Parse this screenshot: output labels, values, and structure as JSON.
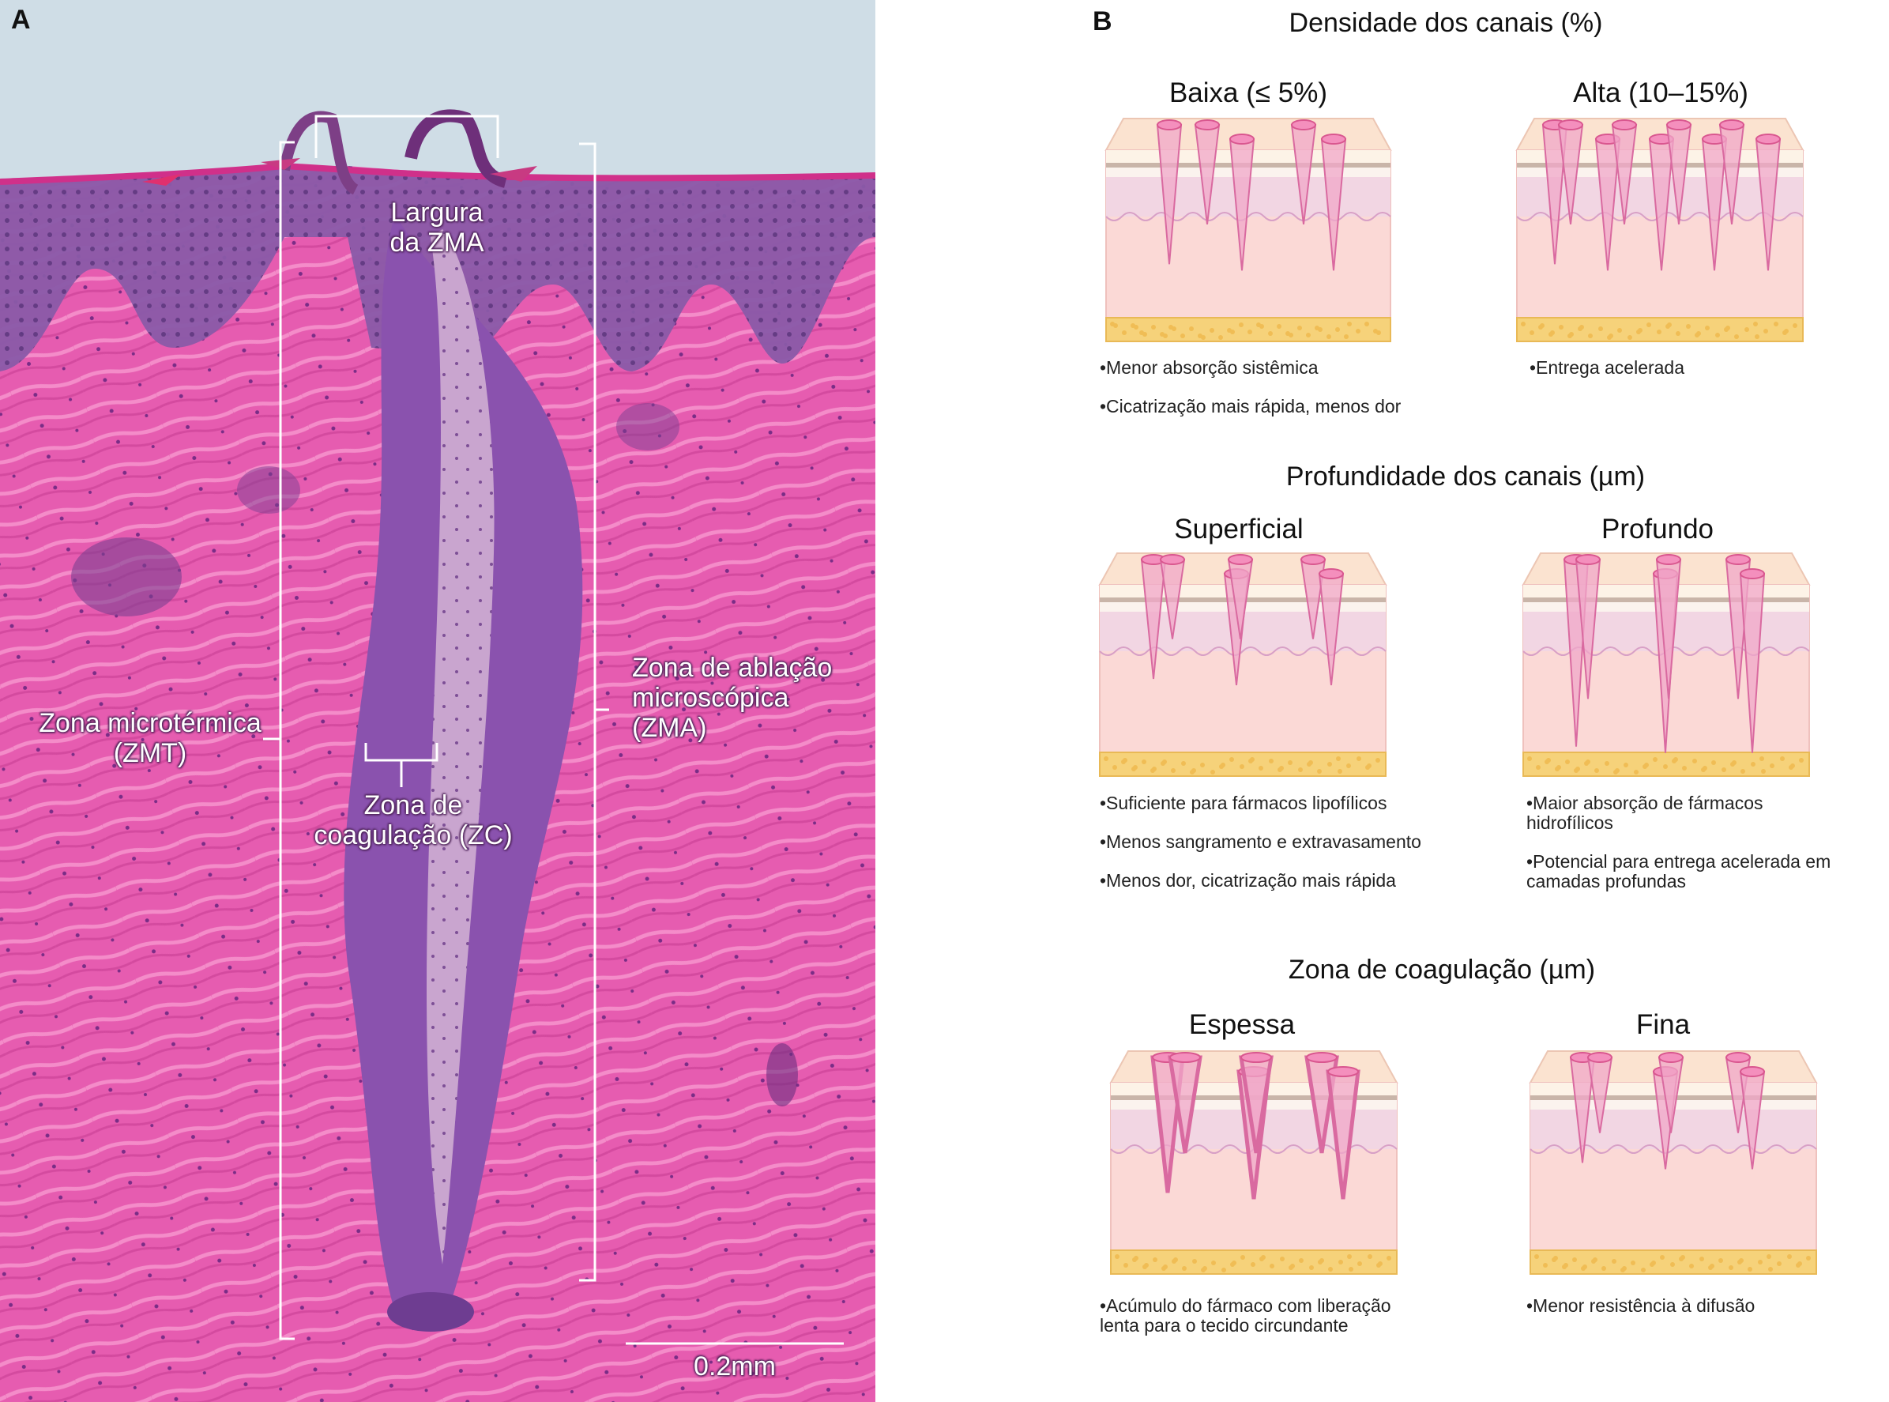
{
  "panel_a": {
    "letter": "A",
    "labels": {
      "zma_width": [
        "Largura",
        "da ZMA"
      ],
      "zma": [
        "Zona de ablação",
        "microscópica",
        "(ZMA)"
      ],
      "zmt": [
        "Zona microtérmica",
        "(ZMT)"
      ],
      "zc": [
        "Zona de",
        "coagulação (ZC)"
      ],
      "scale": "0.2mm"
    }
  },
  "panel_b": {
    "letter": "B",
    "sections": [
      {
        "title": "Densidade dos canais (%)",
        "diagrams": [
          {
            "label": "Baixa (≤ 5%)",
            "bullets": [
              "•Menor absorção sistêmica",
              "•Cicatrização mais rápida, menos dor"
            ]
          },
          {
            "label": "Alta (10–15%)",
            "bullets": [
              "•Entrega acelerada"
            ]
          }
        ]
      },
      {
        "title": "Profundidade dos canais (µm)",
        "diagrams": [
          {
            "label": "Superficial",
            "bullets": [
              "•Suficiente para fármacos lipofílicos",
              "•Menos sangramento e extravasamento",
              "•Menos dor, cicatrização mais rápida"
            ]
          },
          {
            "label": "Profundo",
            "bullets": [
              "•Maior absorção de fármacos hidrofílicos",
              "•Potencial para entrega acelerada em camadas profundas"
            ]
          }
        ]
      },
      {
        "title": "Zona de coagulação (µm)",
        "diagrams": [
          {
            "label": "Espessa",
            "bullets": [
              "•Acúmulo do fármaco com liberação lenta para o tecido circundante"
            ]
          },
          {
            "label": "Fina",
            "bullets": [
              "•Menor resistência à difusão"
            ]
          }
        ]
      }
    ]
  }
}
